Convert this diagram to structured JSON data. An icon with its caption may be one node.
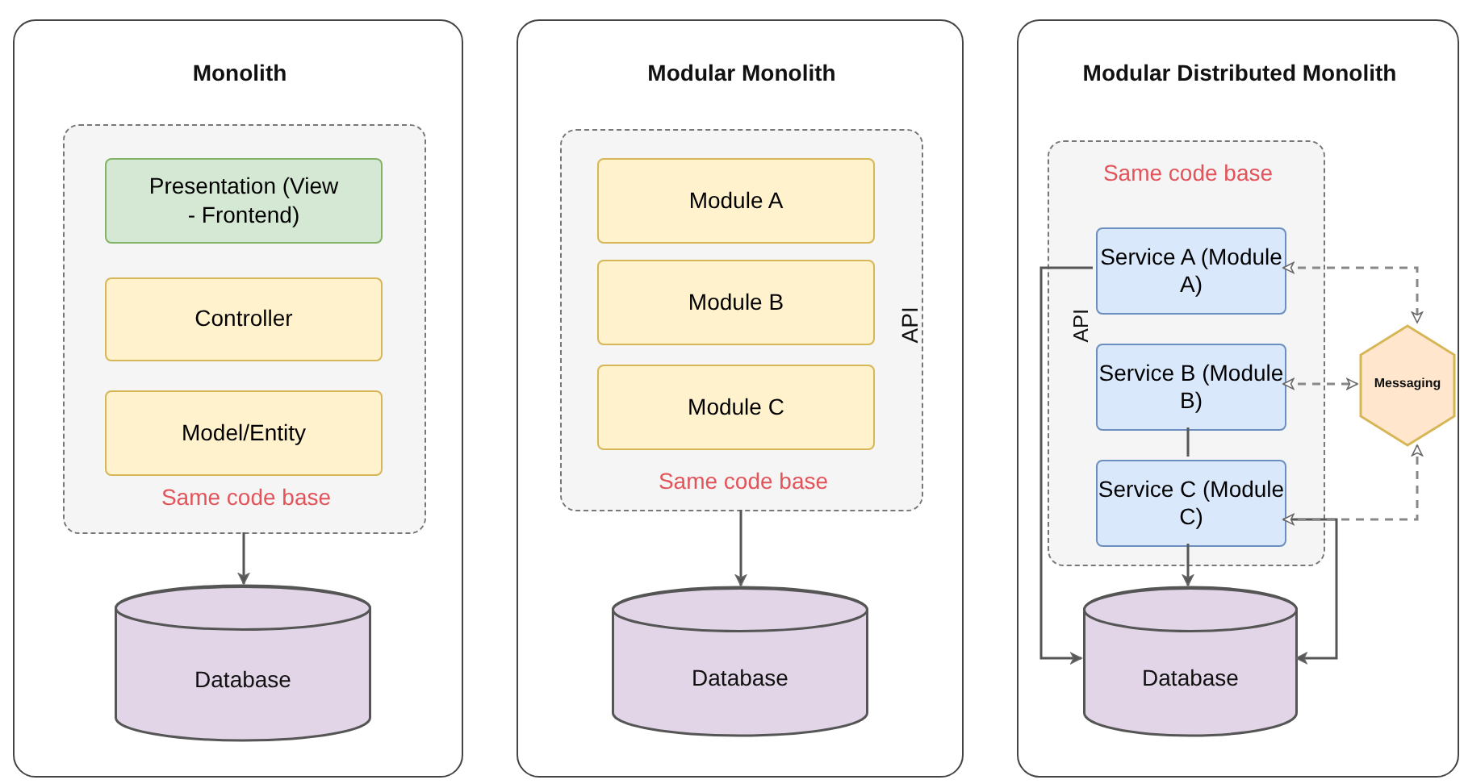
{
  "diagram": {
    "nodes": [
      {
        "text": [
          "Monolith"
        ]
      },
      {
        "text": [
          "Same code base"
        ],
        "in": 0
      },
      {
        "text": [
          "Presentation (View - Frontend)"
        ],
        "in": 1
      },
      {
        "text": [
          "Controller"
        ],
        "in": 1
      },
      {
        "text": [
          "Model/Entity"
        ],
        "in": 1
      },
      {
        "text": [
          "Database"
        ],
        "in": 0
      },
      {
        "text": [
          "Modular Monolith"
        ]
      },
      {
        "text": [
          "Same code base",
          "API"
        ],
        "in": 6
      },
      {
        "text": [
          "Module A"
        ],
        "in": 7
      },
      {
        "text": [
          "Module B"
        ],
        "in": 7
      },
      {
        "text": [
          "Module C"
        ],
        "in": 7
      },
      {
        "text": [
          "Database"
        ],
        "in": 6
      },
      {
        "text": [
          "Modular Distributed Monolith"
        ]
      },
      {
        "text": [
          "Same code base",
          "API"
        ],
        "in": 12
      },
      {
        "text": [
          "Service A (Module A)"
        ],
        "in": 13
      },
      {
        "text": [
          "Service B (Module B)"
        ],
        "in": 13
      },
      {
        "text": [
          "Service C (Module C)"
        ],
        "in": 13
      },
      {
        "text": [
          "Messaging"
        ],
        "in": 12
      },
      {
        "text": [
          "Database"
        ],
        "in": 12
      }
    ],
    "edges": [
      {
        "from": 1,
        "to": 5,
        "arrow": "to"
      },
      {
        "from": 7,
        "to": 11,
        "arrow": "to"
      },
      {
        "from": 14,
        "to": 18,
        "arrow": "to"
      },
      {
        "from": 15,
        "to": 16,
        "arrow": "none"
      },
      {
        "from": 16,
        "to": 18,
        "arrow": "to"
      },
      {
        "from": 16,
        "to": 18,
        "arrow": "to"
      },
      {
        "from": 14,
        "to": 17,
        "arrow": "both",
        "style": "dashed"
      },
      {
        "from": 15,
        "to": 17,
        "arrow": "both",
        "style": "dashed"
      },
      {
        "from": 16,
        "to": 17,
        "arrow": "both",
        "style": "dashed"
      }
    ]
  }
}
